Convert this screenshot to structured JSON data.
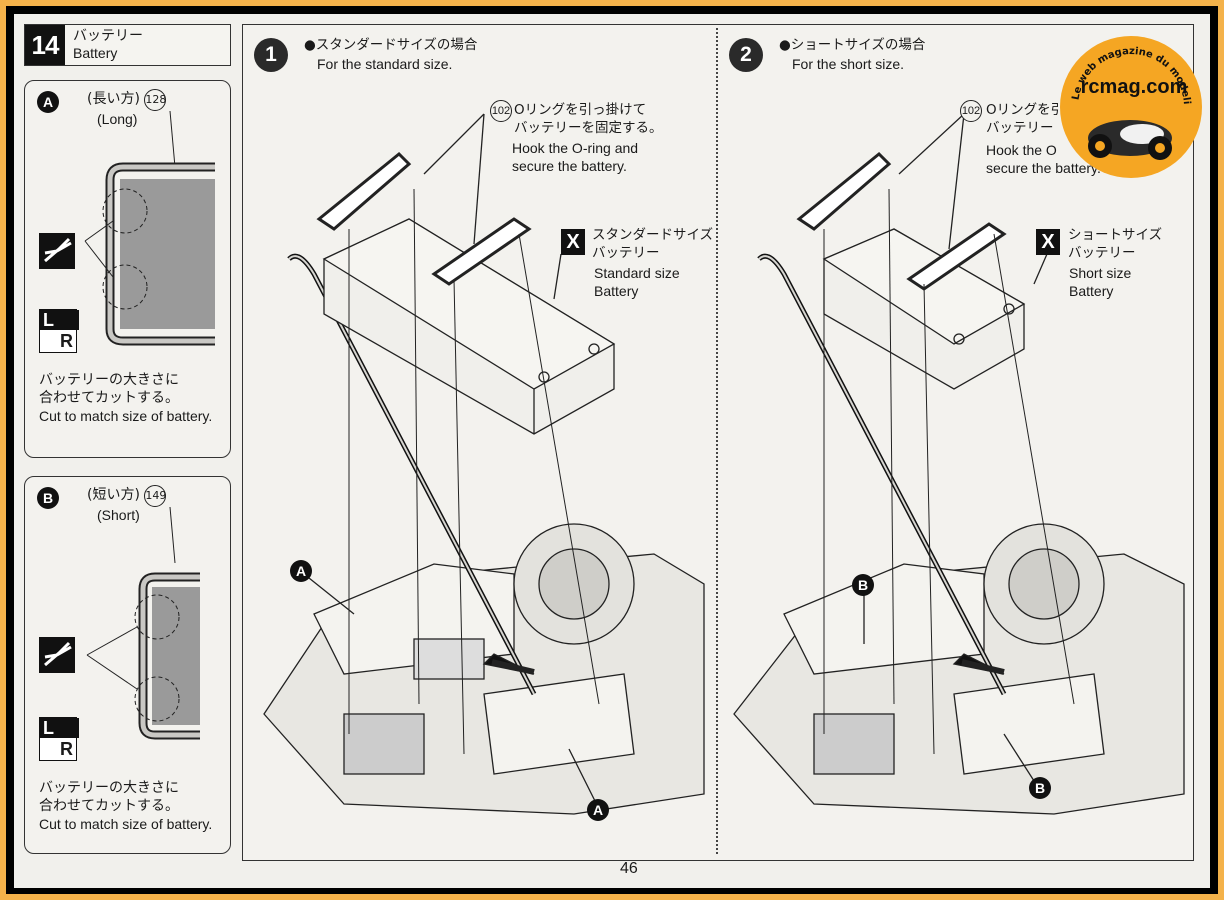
{
  "step": {
    "number": "14",
    "title_jp": "バッテリー",
    "title_en": "Battery"
  },
  "icons": {
    "x": "X",
    "lr_top": "L",
    "lr_bottom": "R"
  },
  "markers": {
    "a": "A",
    "b": "B"
  },
  "panel_a": {
    "badge": "A",
    "length_jp": "(長い方)",
    "part_no": "128",
    "length_en": "(Long)",
    "note_jp_1": "バッテリーの大きさに",
    "note_jp_2": "合わせてカットする。",
    "note_en": "Cut to match size of battery."
  },
  "panel_b": {
    "badge": "B",
    "length_jp": "(短い方)",
    "part_no": "149",
    "length_en": "(Short)",
    "note_jp_1": "バッテリーの大きさに",
    "note_jp_2": "合わせてカットする。",
    "note_en": "Cut to match size of battery."
  },
  "left": {
    "num": "1",
    "heading_jp": "●スタンダードサイズの場合",
    "heading_en": "For the standard size.",
    "part_no": "102",
    "oring_jp_1": "Oリングを引っ掛けて",
    "oring_jp_2": "バッテリーを固定する。",
    "oring_en_1": "Hook the O-ring and",
    "oring_en_2": "secure the battery.",
    "battery_jp_1": "スタンダードサイズ",
    "battery_jp_2": "バッテリー",
    "battery_en_1": "Standard size",
    "battery_en_2": "Battery"
  },
  "right": {
    "num": "2",
    "heading_jp": "●ショートサイズの場合",
    "heading_en": "For the short size.",
    "part_no": "102",
    "oring_jp_1": "Oリングを引",
    "oring_jp_2": "バッテリー",
    "oring_en_1": "Hook the O",
    "oring_en_2": "secure the battery.",
    "battery_jp_1": "ショートサイズ",
    "battery_jp_2": "バッテリー",
    "battery_en_1": "Short size",
    "battery_en_2": "Battery"
  },
  "page": {
    "number": "46"
  },
  "logo": {
    "name": "rcmag.com",
    "tagline": "Le web magazine du modelisme"
  }
}
